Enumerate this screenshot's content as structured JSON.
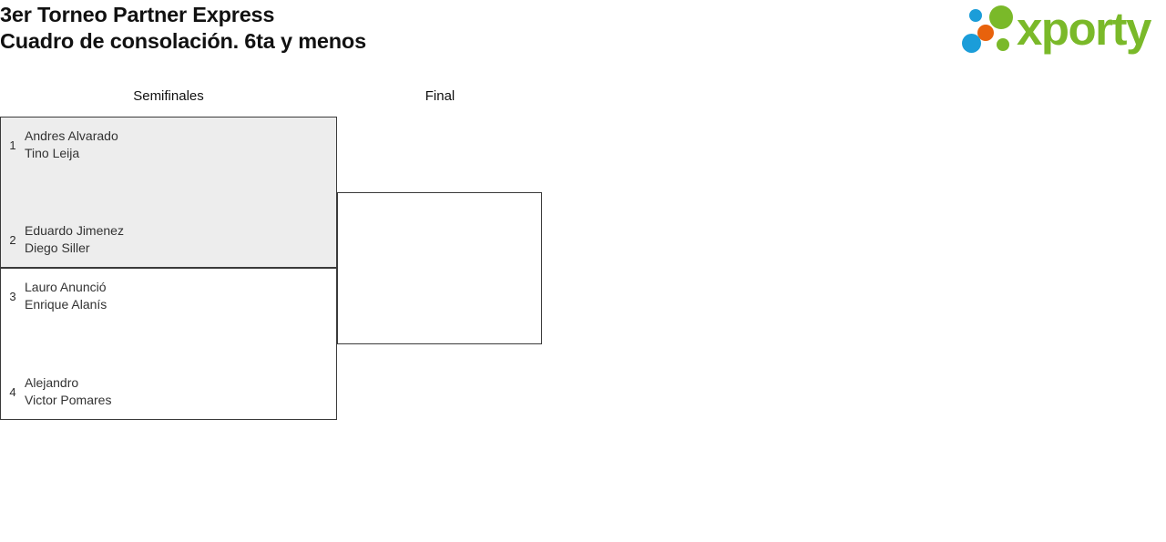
{
  "header": {
    "title_line1": "3er Torneo Partner Express",
    "title_line2": "Cuadro de consolación. 6ta y menos"
  },
  "logo": {
    "wordmark": "xporty",
    "colors": {
      "green": "#7ab929",
      "blue": "#1b9dd9",
      "orange": "#e8620c"
    }
  },
  "bracket": {
    "rounds": [
      {
        "id": "semifinales",
        "label": "Semifinales"
      },
      {
        "id": "final",
        "label": "Final"
      }
    ],
    "matches": [
      {
        "id": "semifinal-1",
        "highlighted": true,
        "teams": [
          {
            "seed": "1",
            "player1": "Andres Alvarado",
            "player2": "Tino Leija"
          },
          {
            "seed": "2",
            "player1": "Eduardo Jimenez",
            "player2": "Diego Siller"
          }
        ]
      },
      {
        "id": "semifinal-2",
        "highlighted": false,
        "teams": [
          {
            "seed": "3",
            "player1": "Lauro Anunció",
            "player2": "Enrique Alanís"
          },
          {
            "seed": "4",
            "player1": "Alejandro",
            "player2": "Victor Pomares"
          }
        ]
      },
      {
        "id": "final-1",
        "highlighted": false,
        "teams": []
      }
    ]
  }
}
